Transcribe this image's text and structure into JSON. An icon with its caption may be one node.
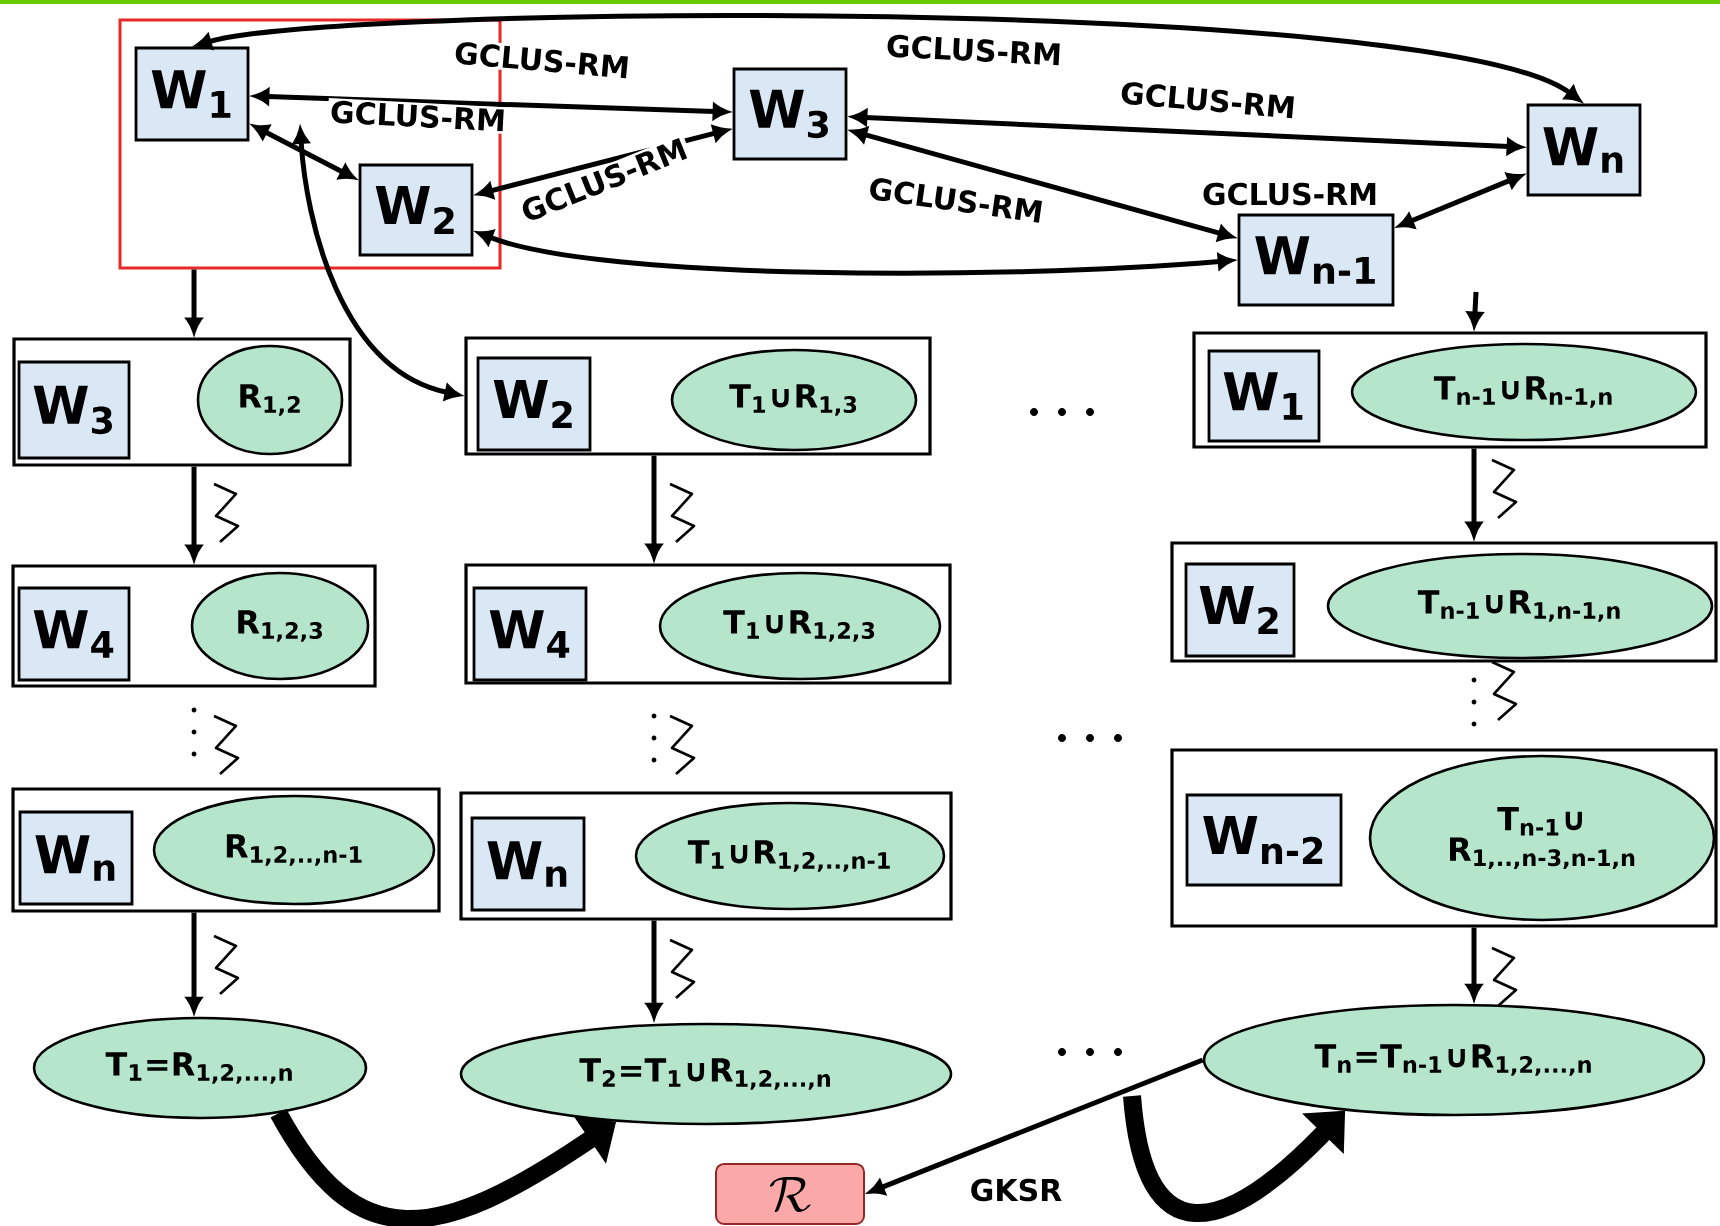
{
  "diagram": {
    "nodes": [
      {
        "text": [],
        "shape": "box"
      },
      {
        "text": [
          "W$_{1}$"
        ],
        "in": 0
      },
      {
        "text": [
          "W$_{2}$"
        ],
        "in": 0
      },
      {
        "text": [
          "W$_{3}$"
        ]
      },
      {
        "text": [
          "W$_{n}$"
        ]
      },
      {
        "text": [
          "W$_{n-1}$"
        ]
      },
      {
        "text": [],
        "shape": "box"
      },
      {
        "text": [
          "W$_{3}$"
        ],
        "in": 6
      },
      {
        "text": [
          "R$_{1,2}$"
        ],
        "in": 6
      },
      {
        "text": [],
        "shape": "box"
      },
      {
        "text": [
          "W$_{2}$"
        ],
        "in": 9
      },
      {
        "text": [
          "T$_{1}$∪R$_{1,3}$"
        ],
        "in": 9
      },
      {
        "text": [],
        "shape": "box"
      },
      {
        "text": [
          "W$_{1}$"
        ],
        "in": 12
      },
      {
        "text": [
          "T$_{n-1}$∪R$_{n-1,n}$"
        ],
        "in": 12
      },
      {
        "text": [],
        "shape": "box"
      },
      {
        "text": [
          "W$_{4}$"
        ],
        "in": 15
      },
      {
        "text": [
          "R$_{1,2,3}$"
        ],
        "in": 15
      },
      {
        "text": [],
        "shape": "box"
      },
      {
        "text": [
          "W$_{4}$"
        ],
        "in": 18
      },
      {
        "text": [
          "T$_{1}$∪R$_{1,2,3}$"
        ],
        "in": 18
      },
      {
        "text": [],
        "shape": "box"
      },
      {
        "text": [
          "W$_{2}$"
        ],
        "in": 21
      },
      {
        "text": [
          "T$_{n-1}$∪R$_{1,n-1,n}$"
        ],
        "in": 21
      },
      {
        "text": [],
        "shape": "box"
      },
      {
        "text": [
          "W$_{n}$"
        ],
        "in": 24
      },
      {
        "text": [
          "R$_{1,2,..,n-1}$"
        ],
        "in": 24
      },
      {
        "text": [],
        "shape": "box"
      },
      {
        "text": [
          "W$_{n}$"
        ],
        "in": 27
      },
      {
        "text": [
          "T$_{1}$∪R$_{1,2,..,n-1}$"
        ],
        "in": 27
      },
      {
        "text": [],
        "shape": "box"
      },
      {
        "text": [
          "W$_{n-2}$"
        ],
        "in": 30
      },
      {
        "text": [
          "T$_{n-1}$∪ R$_{1,..,n-3,n-1,n}$"
        ],
        "in": 30
      },
      {
        "text": [
          "T$_{1}$=R$_{1,2,...,n}$"
        ]
      },
      {
        "text": [
          "T$_{2}$=T$_{1}$∪R$_{1,2,...,n}$"
        ]
      },
      {
        "text": [
          "T$_{n}$=T$_{n-1}$∪R$_{1,2,...,n}$"
        ]
      },
      {
        "text": [
          "\\mathcal{R}"
        ]
      }
    ],
    "edges": [
      {
        "from": 1,
        "to": 4,
        "arrow": "both",
        "label": "GCLUS-RM"
      },
      {
        "from": 1,
        "to": 3,
        "arrow": "both",
        "label": "GCLUS-RM"
      },
      {
        "from": 1,
        "to": 2,
        "arrow": "both",
        "label": "GCLUS-RM"
      },
      {
        "from": 2,
        "to": 3,
        "arrow": "both",
        "label": "GCLUS-RM"
      },
      {
        "from": 3,
        "to": 4,
        "arrow": "both",
        "label": "GCLUS-RM"
      },
      {
        "from": 3,
        "to": 5,
        "arrow": "both",
        "label": "GCLUS-RM"
      },
      {
        "from": 5,
        "to": 4,
        "arrow": "both",
        "label": "GCLUS-RM"
      },
      {
        "from": 2,
        "to": 5,
        "arrow": "both"
      },
      {
        "from": 0,
        "to": 6,
        "arrow": "to"
      },
      {
        "from": null,
        "to": 9,
        "arrow": "both"
      },
      {
        "from": null,
        "to": 12,
        "arrow": "to"
      },
      {
        "from": 6,
        "to": 15,
        "arrow": "to"
      },
      {
        "from": 24,
        "to": 33,
        "arrow": "to"
      },
      {
        "from": 9,
        "to": 18,
        "arrow": "to"
      },
      {
        "from": 27,
        "to": 34,
        "arrow": "to"
      },
      {
        "from": 12,
        "to": 21,
        "arrow": "to"
      },
      {
        "from": 30,
        "to": 35,
        "arrow": "to"
      },
      {
        "from": 33,
        "to": 34,
        "arrow": "to",
        "style": "thick"
      },
      {
        "from": null,
        "to": 35,
        "arrow": "to",
        "style": "thick"
      },
      {
        "from": 35,
        "to": 36,
        "arrow": "to",
        "label": "GKSR"
      }
    ]
  }
}
